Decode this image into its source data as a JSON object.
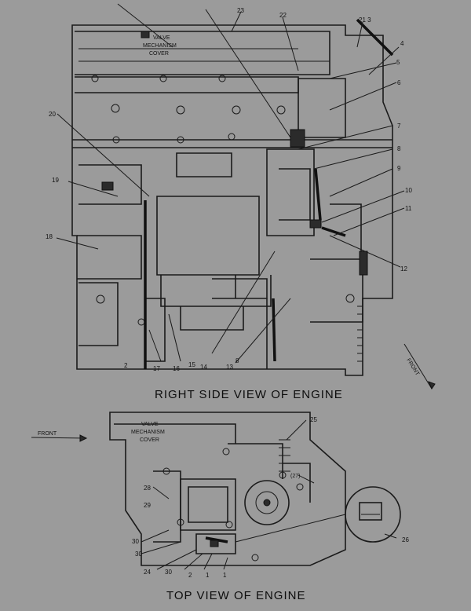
{
  "captions": {
    "right_side_view": "RIGHT SIDE VIEW OF ENGINE",
    "top_view": "TOP VIEW OF ENGINE"
  },
  "notes": {
    "valve_mechanism_cover_right": [
      "VALVE",
      "MECHANISM",
      "COVER"
    ],
    "valve_mechanism_cover_top": [
      "VALVE",
      "MECHANISM",
      "COVER"
    ],
    "front_left": "FRONT",
    "front_right": "FRONT"
  },
  "right_view_callouts": [
    "2",
    "3",
    "4",
    "5",
    "6",
    "7",
    "8",
    "9",
    "10",
    "11",
    "12",
    "13",
    "14",
    "15",
    "16",
    "17",
    "18",
    "19",
    "20",
    "21",
    "22",
    "23"
  ],
  "top_view_callouts": [
    "1",
    "2",
    "24",
    "25",
    "26",
    "27",
    "28",
    "29",
    "30"
  ]
}
